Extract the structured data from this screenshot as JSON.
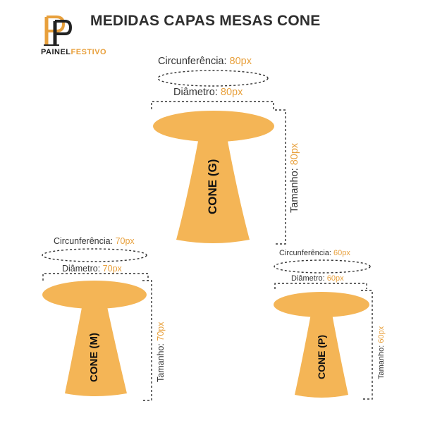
{
  "brand": {
    "monogram": "PF",
    "name_part1": "PAINEL",
    "name_part2": "FESTIVO"
  },
  "title": "MEDIDAS CAPAS MESAS CONE",
  "colors": {
    "table": "#f4b556",
    "accent": "#e8a03c",
    "text": "#333333"
  },
  "tables": {
    "large": {
      "name": "CONE (G)",
      "circ_label": "Circunferência:",
      "circ_value": "80px",
      "diam_label": "Diâmetro:",
      "diam_value": "80px",
      "height_label": "Tamanho:",
      "height_value": "80px"
    },
    "medium": {
      "name": "CONE (M)",
      "circ_label": "Circunferência:",
      "circ_value": "70px",
      "diam_label": "Diâmetro:",
      "diam_value": "70px",
      "height_label": "Tamanho:",
      "height_value": "70px"
    },
    "small": {
      "name": "CONE (P)",
      "circ_label": "Circunferência:",
      "circ_value": "60px",
      "diam_label": "Diâmetro:",
      "diam_value": "60px",
      "height_label": "Tamanho:",
      "height_value": "60px"
    }
  }
}
